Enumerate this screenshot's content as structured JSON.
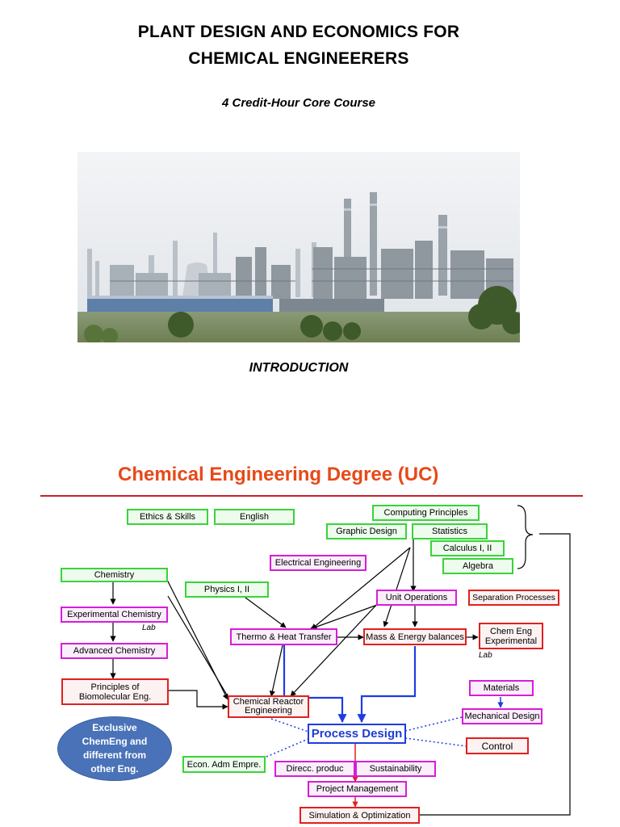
{
  "header": {
    "title_line1": "PLANT DESIGN AND ECONOMICS FOR",
    "title_line2": "CHEMICAL ENGINEERERS",
    "subtitle": "4 Credit-Hour Core Course"
  },
  "section": {
    "heading": "INTRODUCTION"
  },
  "diagram": {
    "title": "Chemical Engineering Degree (UC)",
    "callout": "Exclusive\nChemEng and\ndifferent from\nother Eng.",
    "boxes": {
      "ethics": "Ethics & Skills",
      "english": "English",
      "computing": "Computing Principles",
      "graphic": "Graphic Design",
      "statistics": "Statistics",
      "calculus": "Calculus I, II",
      "algebra": "Algebra",
      "electrical": "Electrical Engineering",
      "chemistry": "Chemistry",
      "physics": "Physics I, II",
      "unit_ops": "Unit Operations",
      "separation": "Separation Processes",
      "exp_chem": "Experimental Chemistry",
      "thermo": "Thermo & Heat Transfer",
      "mass_energy": "Mass & Energy balances",
      "chem_eng_exp_1": "Chem Eng",
      "chem_eng_exp_2": "Experimental",
      "adv_chem": "Advanced Chemistry",
      "biomol_1": "Principles of",
      "biomol_2": "Biomolecular Eng.",
      "reactor_1": "Chemical Reactor",
      "reactor_2": "Engineering",
      "materials": "Materials",
      "mech_design": "Mechanical Design",
      "process_design": "Process Design",
      "control": "Control",
      "econ": "Econ. Adm Empre.",
      "direcc": "Direcc. produc",
      "sustainability": "Sustainability",
      "project_mgmt": "Project Management",
      "simulation": "Simulation & Optimization"
    },
    "labels": {
      "lab_1": "Lab",
      "lab_2": "Lab"
    }
  },
  "colors": {
    "general_border": "#39d339",
    "science_border": "#d61ed6",
    "chemeng_border": "#e02020",
    "process_design_border": "#1e3ce0",
    "title_color": "#e64a19",
    "callout_fill": "#4a72b8"
  }
}
